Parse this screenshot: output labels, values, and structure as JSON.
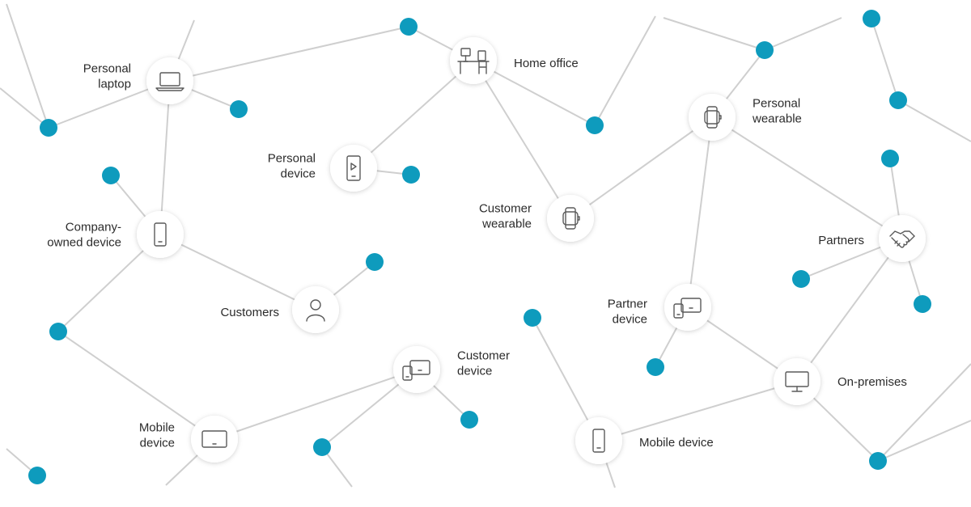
{
  "nodes": [
    {
      "id": "personal-laptop",
      "icon": "laptop-icon",
      "lines": [
        "Personal",
        "laptop"
      ]
    },
    {
      "id": "home-office",
      "icon": "desk-icon",
      "lines": [
        "Home office"
      ]
    },
    {
      "id": "personal-wearable",
      "icon": "smartwatch-icon",
      "lines": [
        "Personal",
        "wearable"
      ]
    },
    {
      "id": "personal-device",
      "icon": "phone-play-icon",
      "lines": [
        "Personal",
        "device"
      ]
    },
    {
      "id": "customer-wearable",
      "icon": "smartwatch-icon",
      "lines": [
        "Customer",
        "wearable"
      ]
    },
    {
      "id": "company-owned-device",
      "icon": "phone-icon",
      "lines": [
        "Company-",
        "owned device"
      ]
    },
    {
      "id": "partners",
      "icon": "handshake-icon",
      "lines": [
        "Partners"
      ]
    },
    {
      "id": "customers",
      "icon": "person-icon",
      "lines": [
        "Customers"
      ]
    },
    {
      "id": "partner-device",
      "icon": "devices-icon",
      "lines": [
        "Partner",
        "device"
      ]
    },
    {
      "id": "customer-device",
      "icon": "devices-icon",
      "lines": [
        "Customer",
        "device"
      ]
    },
    {
      "id": "on-premises",
      "icon": "monitor-icon",
      "lines": [
        "On-premises"
      ]
    },
    {
      "id": "mobile-device-left",
      "icon": "tablet-icon",
      "lines": [
        "Mobile",
        "device"
      ]
    },
    {
      "id": "mobile-device-right",
      "icon": "phone-icon",
      "lines": [
        "Mobile device"
      ]
    }
  ],
  "colors": {
    "dot": "#0e9bbd",
    "edge": "#cfcfcf",
    "icon": "#5a5a5a",
    "text": "#2b2b2b"
  }
}
